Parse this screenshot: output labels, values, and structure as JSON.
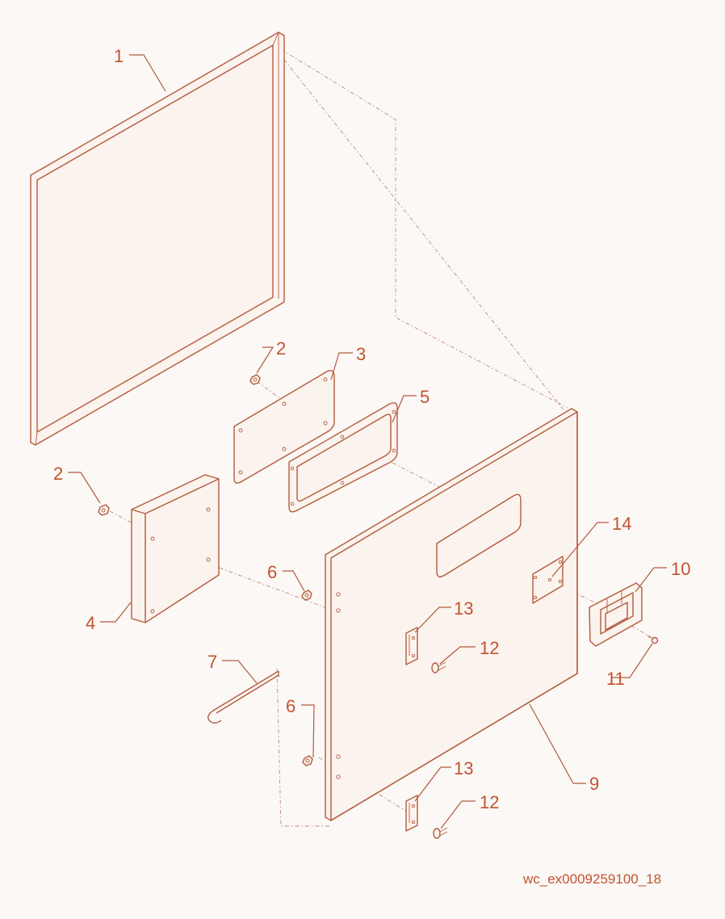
{
  "callouts": {
    "c1": "1",
    "c2a": "2",
    "c2b": "2",
    "c3": "3",
    "c4": "4",
    "c5": "5",
    "c6a": "6",
    "c6b": "6",
    "c7": "7",
    "c9": "9",
    "c10": "10",
    "c11": "11",
    "c12a": "12",
    "c12b": "12",
    "c13a": "13",
    "c13b": "13",
    "c14": "14"
  },
  "drawing_number": "wc_ex0009259100_18",
  "colors": {
    "line": "#b45a3c",
    "text": "#c2532f",
    "background": "#fbf8f6"
  }
}
